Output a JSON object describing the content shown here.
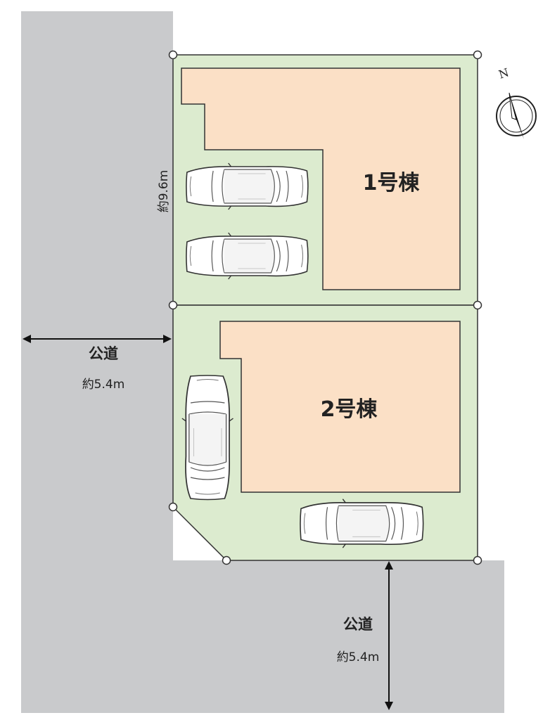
{
  "roads": [
    {
      "name": "公道",
      "width": "約5.4m"
    },
    {
      "name": "公道",
      "width": "約5.4m"
    }
  ],
  "buildings": [
    {
      "label": "1号棟"
    },
    {
      "label": "2号棟"
    }
  ],
  "frontage": "約9.6m",
  "north": "N",
  "colors": {
    "road": "#c9cacc",
    "lot": "#dcebcf",
    "building": "#fbe0c6",
    "outline": "#333333"
  }
}
